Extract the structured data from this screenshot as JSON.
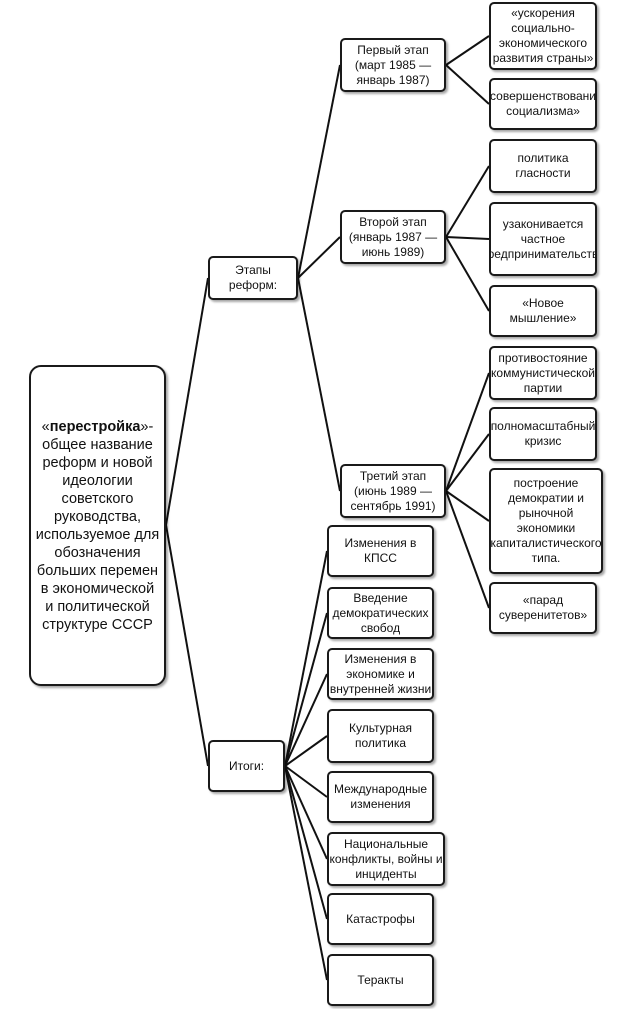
{
  "root": {
    "bold": "перестройка",
    "prefix": "«",
    "suffix": "»-",
    "text": "общее название реформ и новой идеологии советского руководства, используемое для обозначения больших перемен в экономической и политической структуре СССР"
  },
  "stages": {
    "label": "Этапы реформ:",
    "items": [
      {
        "label": "Первый этап (март 1985 — январь 1987)",
        "children": [
          "«ускорения социально-экономического развития страны»",
          "«совершенствование социализма»"
        ]
      },
      {
        "label": "Второй этап (январь 1987 — июнь 1989)",
        "children": [
          "политика гласности",
          "узаконивается частное предпринимательство",
          "«Новое мышление»"
        ]
      },
      {
        "label": "Третий этап (июнь 1989 — сентябрь 1991)",
        "children": [
          "противостояние коммунистической партии",
          "полномасштабный кризис",
          "построение демократии и рыночной экономики капиталистического типа.",
          "«парад суверенитетов»"
        ]
      }
    ]
  },
  "results": {
    "label": "Итоги:",
    "items": [
      "Изменения в КПСС",
      "Введение демократических свобод",
      "Изменения в экономике и внутренней жизни",
      "Культурная политика",
      "Международные изменения",
      "Национальные конфликты, войны и инциденты",
      "Катастрофы",
      "Теракты"
    ]
  }
}
